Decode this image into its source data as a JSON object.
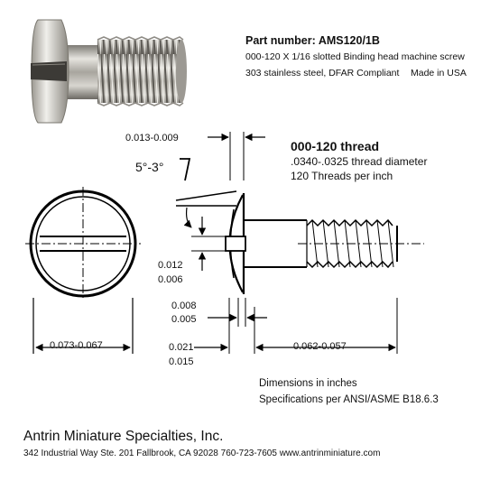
{
  "header": {
    "part_label": "Part number:",
    "part_value": "AMS120/1B",
    "description": "000-120 X 1/16 slotted Binding head machine screw",
    "material": "303 stainless steel, DFAR Compliant",
    "origin": "Made in USA"
  },
  "thread": {
    "title": "000-120 thread",
    "diameter": ".0340-.0325 thread diameter",
    "tpi": "120 Threads per inch"
  },
  "dimensions": {
    "slot_width": "0.013-0.009",
    "head_angle": "5°-3°",
    "dim_a_max": "0.012",
    "dim_a_min": "0.006",
    "dim_b_max": "0.008",
    "dim_b_min": "0.005",
    "dim_c_max": "0.021",
    "dim_c_min": "0.015",
    "head_diameter": "0.073-0.067",
    "length": "0.062-0.057"
  },
  "notes": {
    "units": "Dimensions in inches",
    "spec": "Specifications per ANSI/ASME B18.6.3"
  },
  "company": {
    "name": "Antrin Miniature Specialties, Inc.",
    "address": "342 Industrial Way Ste. 201 Fallbrook, CA  92028  760-723-7605   www.antrinminiature.com"
  }
}
